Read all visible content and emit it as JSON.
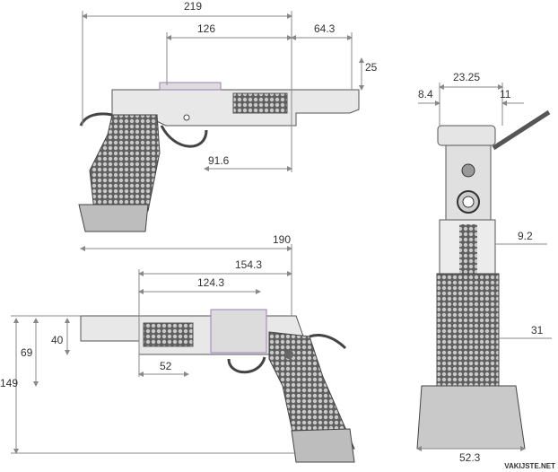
{
  "dimensions": {
    "overall_length_top": "219",
    "slide_length_top": "126",
    "compensator_length_top": "64.3",
    "slide_height_top": "25",
    "trigger_to_front_top": "91.6",
    "width_front": "23.25",
    "width_left_front": "8.4",
    "width_right_front": "11",
    "slide_width_front": "9.2",
    "grip_width_front": "31",
    "magwell_width_front": "52.3",
    "overall_length_bottom": "190",
    "length_154": "154.3",
    "length_124": "124.3",
    "length_52": "52",
    "height_40": "40",
    "height_69": "69",
    "overall_height": "149"
  },
  "watermark": "VAKIJSTE.NET",
  "colors": {
    "line": "#8a8a8a",
    "body": "#d9d9d9",
    "grip": "#7a7a7a",
    "accent": "#9b7fb8"
  }
}
